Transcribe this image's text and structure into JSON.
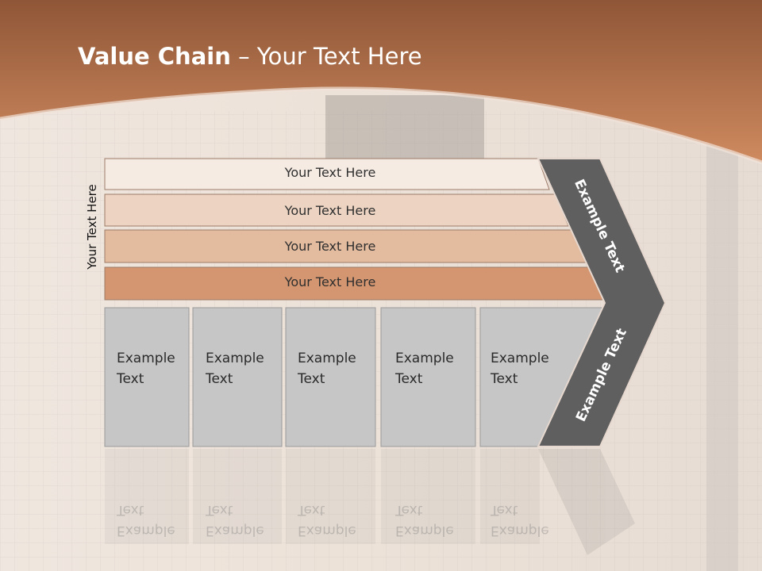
{
  "title": {
    "bold": "Value Chain",
    "rest": " – Your Text Here"
  },
  "side_label": "Your Text Here",
  "bands": [
    {
      "label": "Your Text Here",
      "color": "#f6ebe3"
    },
    {
      "label": "Your Text Here",
      "color": "#ecd3c2"
    },
    {
      "label": "Your Text Here",
      "color": "#e3bb9f"
    },
    {
      "label": "Your Text Here",
      "color": "#d39670"
    }
  ],
  "boxes": [
    {
      "label": "Example\nText"
    },
    {
      "label": "Example\nText"
    },
    {
      "label": "Example\nText"
    },
    {
      "label": "Example\nText"
    },
    {
      "label": "Example\nText"
    }
  ],
  "chevron": {
    "top_label": "Example Text",
    "bottom_label": "Example Text",
    "color": "#5f5f5f"
  },
  "colors": {
    "header": "#c27c52",
    "box_fill": "#c6c6c6",
    "box_border": "#9a9a9a"
  }
}
